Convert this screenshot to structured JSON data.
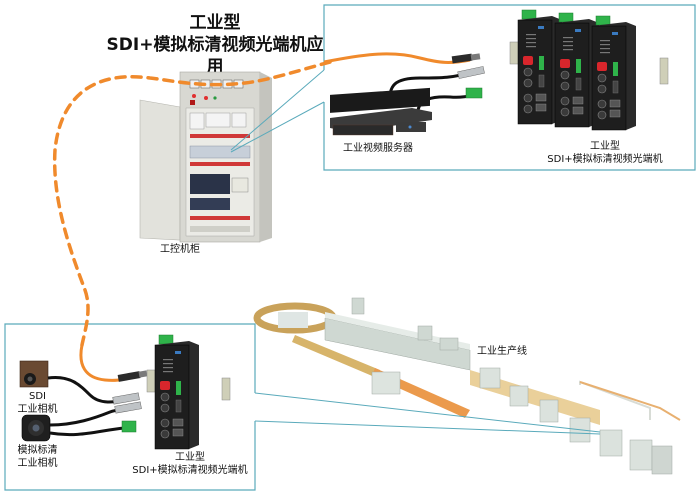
{
  "title": {
    "line1": "工业型",
    "line2": "SDI+模拟标清视频光端机应用"
  },
  "colors": {
    "fiber": "#f08a2c",
    "callout_border": "#5aaabb",
    "device_body": "#1e1e1e",
    "connector_green": "#2fb34a",
    "fiber_connector_red": "#d9262c",
    "cabinet": "#d8d8d2"
  },
  "labels": {
    "cabinet": "工控机柜",
    "server": "工业视频服务器",
    "top_device_line1": "工业型",
    "top_device_line2": "SDI+模拟标清视频光端机",
    "bottom_device_line1": "工业型",
    "bottom_device_line2": "SDI+模拟标清视频光端机",
    "sdi_camera_line1": "SDI",
    "sdi_camera_line2": "工业相机",
    "analog_camera_line1": "模拟标清",
    "analog_camera_line2": "工业相机",
    "production_line": "工业生产线"
  },
  "counts": {
    "top_devices": 3,
    "bottom_devices": 1
  }
}
